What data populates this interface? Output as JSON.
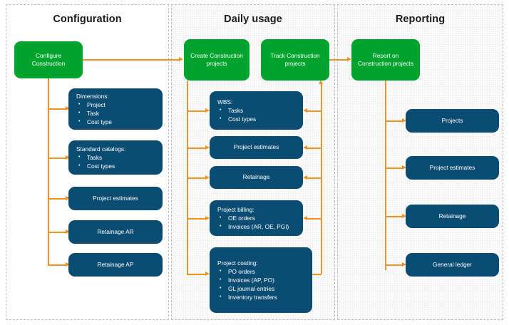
{
  "columns": [
    {
      "title": "Configuration"
    },
    {
      "title": "Daily usage"
    },
    {
      "title": "Reporting"
    }
  ],
  "colors": {
    "green": "#00A32E",
    "navy": "#0B4C72",
    "arrow": "#F0921E",
    "title": "#1A1A1A",
    "column_bg": "#F2F2F2"
  },
  "configuration": {
    "root": "Configure Construction",
    "items": [
      {
        "heading": "Dimensions:",
        "bullets": [
          "Project",
          "Task",
          "Cost type"
        ]
      },
      {
        "heading": "Standard catalogs:",
        "bullets": [
          "Tasks",
          "Cost types"
        ]
      },
      {
        "label": "Project estimates"
      },
      {
        "label": "Retainage AR"
      },
      {
        "label": "Retainage AP"
      }
    ]
  },
  "daily_usage": {
    "root_left": "Create Construction projects",
    "root_right": "Track Construction projects",
    "items": [
      {
        "heading": "WBS:",
        "bullets": [
          "Tasks",
          "Cost types"
        ]
      },
      {
        "label": "Project estimates"
      },
      {
        "label": "Retainage"
      },
      {
        "heading": "Project billing:",
        "bullets": [
          "OE orders",
          "Invoices (AR, OE, PGI)"
        ]
      },
      {
        "heading": "Project costing:",
        "bullets": [
          "PO orders",
          "Invoices (AP, PO)",
          "GL journal entries",
          "Inventory transfers"
        ]
      }
    ]
  },
  "reporting": {
    "root": "Report on Construction projects",
    "items": [
      {
        "label": "Projects"
      },
      {
        "label": "Project estimates"
      },
      {
        "label": "Retainage"
      },
      {
        "label": "General ledger"
      }
    ]
  }
}
